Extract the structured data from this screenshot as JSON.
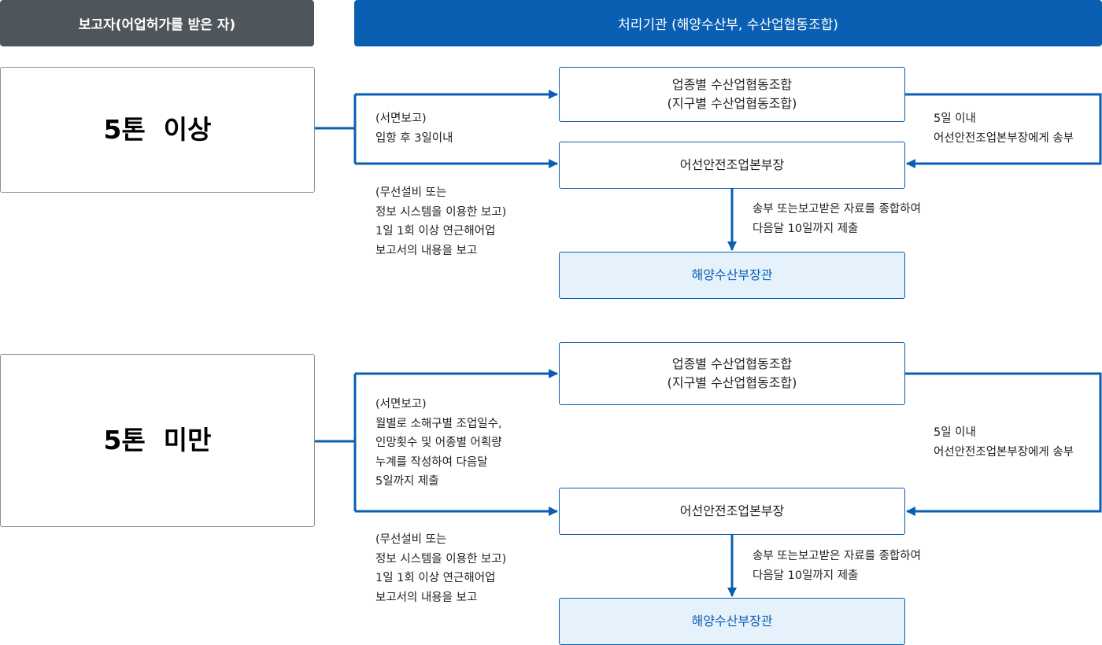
{
  "header": {
    "reporter": "보고자(어업허가를 받은 자)",
    "processor": "처리기관 (해양수산부, 수산업협동조합)"
  },
  "sections": [
    {
      "reporter": "5톤  이상",
      "coop_line1": "업종별 수산업협동조합",
      "coop_line2": "(지구별 수산업협동조합)",
      "hq": "어선안전조업본부장",
      "minister": "해양수산부장관",
      "written_note": "(서면보고)\n입항 후 3일이내",
      "radio_note": "(무선설비 또는\n정보 시스템을 이용한 보고)\n1일 1회 이상 연근해어업\n보고서의 내용을 보고",
      "transfer_note": "5일 이내\n어선안전조업본부장에게 송부",
      "submit_note": "송부 또는보고받은 자료를 종합하여\n다음달 10일까지 제출"
    },
    {
      "reporter": "5톤  미만",
      "coop_line1": "업종별 수산업협동조합",
      "coop_line2": "(지구별 수산업협동조합)",
      "hq": "어선안전조업본부장",
      "minister": "해양수산부장관",
      "written_note": "(서면보고)\n월별로 소해구별 조업일수,\n인망횟수 및 어종별 어획량\n누계를 작성하여 다음달\n5일까지 제출",
      "radio_note": "(무선설비 또는\n정보 시스템을 이용한 보고)\n1일 1회 이상 연근해어업\n보고서의 내용을 보고",
      "transfer_note": "5일 이내\n어선안전조업본부장에게 송부",
      "submit_note": "송부 또는보고받은 자료를 종합하여\n다음달 10일까지 제출"
    }
  ],
  "colors": {
    "accent": "#0a5fb3",
    "header_dark": "#4f565b",
    "minister_fill": "#e5f1fb"
  }
}
